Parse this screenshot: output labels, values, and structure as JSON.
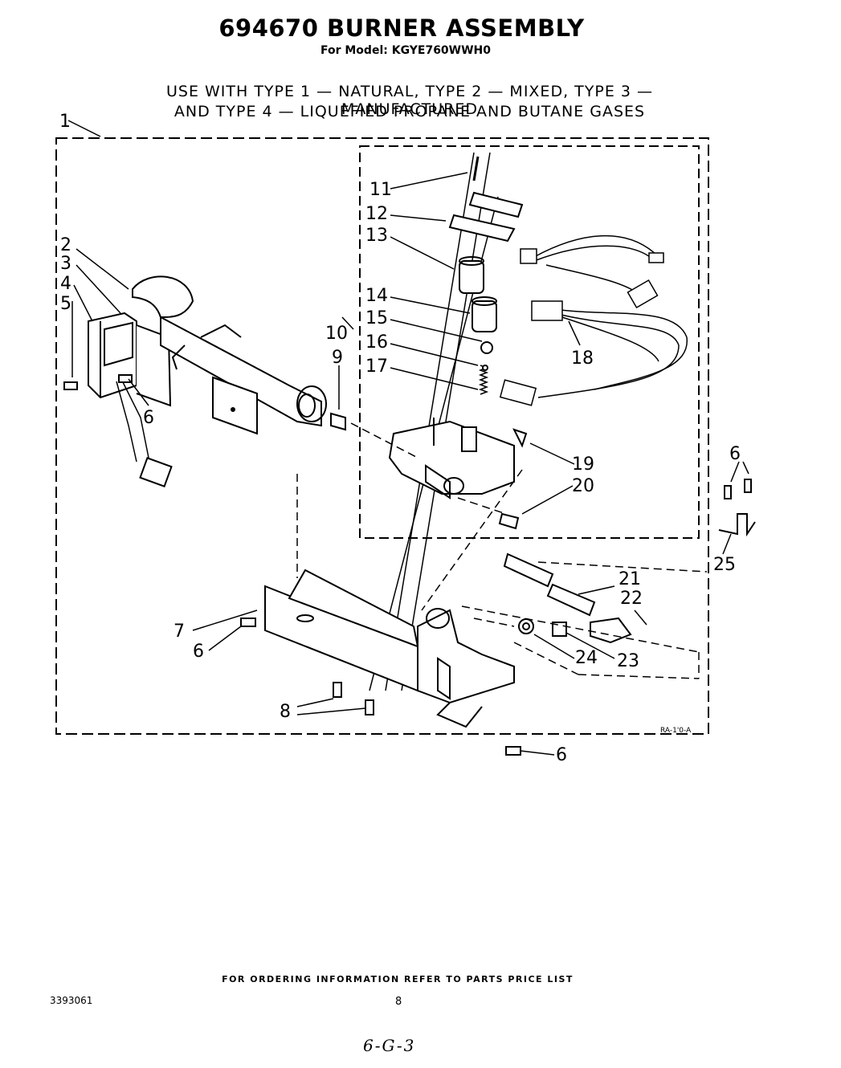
{
  "header": {
    "title": "694670 BURNER ASSEMBLY",
    "model": "For Model: KGYE760WWH0"
  },
  "usage": {
    "line1": "USE WITH TYPE 1 — NATURAL, TYPE 2 — MIXED, TYPE 3 — MANUFACTURED",
    "line2": "AND TYPE 4 — LIQUEFIED PROPANE AND BUTANE GASES"
  },
  "callouts": [
    "1",
    "2",
    "3",
    "4",
    "5",
    "6",
    "6",
    "6",
    "6",
    "7",
    "8",
    "9",
    "10",
    "11",
    "12",
    "13",
    "14",
    "15",
    "16",
    "17",
    "18",
    "19",
    "20",
    "21",
    "22",
    "23",
    "24",
    "25"
  ],
  "diagram_code": "RA-1'0-A",
  "footer": {
    "ordering_note": "FOR ORDERING INFORMATION REFER TO PARTS PRICE LIST",
    "doc_number": "3393061",
    "page_number": "8",
    "handwritten": "6-G-3"
  }
}
